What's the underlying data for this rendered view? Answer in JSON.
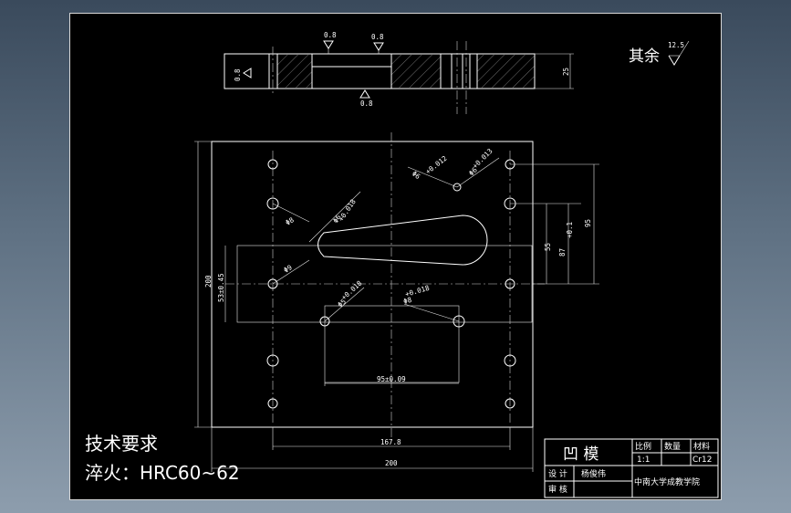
{
  "drawing": {
    "surface_note": {
      "label": "其余",
      "value": "12.5"
    },
    "roughness": {
      "top_left": "0.8",
      "top_mid": "0.8",
      "side": "0.8",
      "bottom": "0.8"
    },
    "section_height": "25",
    "dimensions": {
      "overall_width": "200",
      "overall_height": "200",
      "hole_span_x": "167.8",
      "hole_span_x_lower": "95±0.09",
      "left_vertical": "53±0.45",
      "right_v1": "55",
      "right_v2": "87",
      "right_v3_note": "+0.1",
      "right_outer": "95",
      "hole_a": "Φ8",
      "hole_b": "Φ9",
      "hole_c_tol": "+0.018",
      "hole_c": "Φ6",
      "hole_d_tol": "+0.018",
      "hole_d": "Φ5",
      "hole_e_tol": "+0.012",
      "hole_e": "Φ6",
      "hole_f_tol": "+0.018",
      "hole_f": "Φ8",
      "hole_g_tol": "+0.013",
      "hole_g": "Φ6"
    },
    "tech_title": "技术要求",
    "tech_line": "淬火：HRC60~62"
  },
  "title_block": {
    "part_name": "凹 模",
    "headers": [
      "比例",
      "数量",
      "材料"
    ],
    "scale": "1:1",
    "quantity": "",
    "material": "Cr12",
    "designer_label": "设 计",
    "designer": "杨俊伟",
    "reviewer_label": "审 核",
    "reviewer": "",
    "school": "中南大学成教学院"
  }
}
